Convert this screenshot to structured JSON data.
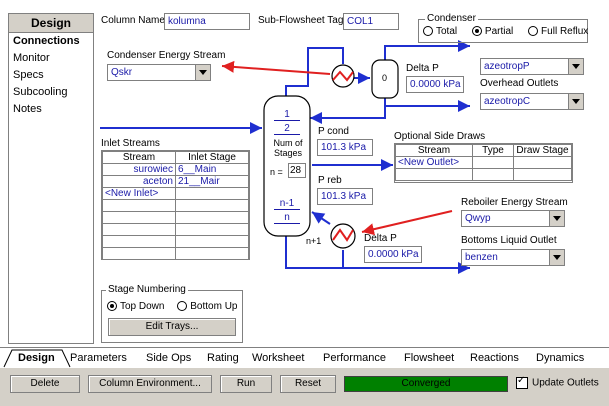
{
  "sidebar": {
    "header": "Design",
    "items": [
      {
        "label": "Connections",
        "active": true
      },
      {
        "label": "Monitor",
        "active": false
      },
      {
        "label": "Specs",
        "active": false
      },
      {
        "label": "Subcooling",
        "active": false
      },
      {
        "label": "Notes",
        "active": false
      }
    ]
  },
  "top": {
    "column_name_label": "Column Name",
    "column_name_value": "kolumna",
    "subflowsheet_label": "Sub-Flowsheet Tag",
    "subflowsheet_value": "COL1"
  },
  "condenser": {
    "group_label": "Condenser",
    "options": [
      "Total",
      "Partial",
      "Full Reflux"
    ],
    "selected": "Partial"
  },
  "condenser_energy": {
    "label": "Condenser Energy Stream",
    "value": "Qskr"
  },
  "condenser_delta_p": {
    "label": "Delta P",
    "value": "0.0000 kPa",
    "vessel_label": "0"
  },
  "overhead": {
    "vapour_value": "azeotropP",
    "label": "Overhead Outlets",
    "liquid_value": "azeotropC"
  },
  "column": {
    "stage_top1": "1",
    "stage_top2": "2",
    "num_stages_label": "Num of Stages",
    "n_label": "n =",
    "n_value": "28",
    "stage_n1": "n-1",
    "stage_n": "n"
  },
  "pressures": {
    "p_cond_label": "P cond",
    "p_cond_value": "101.3 kPa",
    "p_reb_label": "P reb",
    "p_reb_value": "101.3 kPa"
  },
  "inlet": {
    "label": "Inlet Streams",
    "headers": [
      "Stream",
      "Inlet Stage"
    ],
    "rows": [
      [
        "surowiec",
        "6__Main"
      ],
      [
        "aceton",
        "21__Mair"
      ],
      [
        "<New Inlet>",
        ""
      ]
    ]
  },
  "side_draws": {
    "label": "Optional Side Draws",
    "headers": [
      "Stream",
      "Type",
      "Draw Stage"
    ],
    "rows": [
      [
        "<New Outlet>",
        "",
        ""
      ]
    ]
  },
  "reboiler": {
    "energy_label": "Reboiler Energy Stream",
    "energy_value": "Qwyp",
    "n1_label": "n+1",
    "delta_p_label": "Delta P",
    "delta_p_value": "0.0000 kPa",
    "bottoms_label": "Bottoms Liquid Outlet",
    "bottoms_value": "benzen"
  },
  "stage_numbering": {
    "label": "Stage Numbering",
    "options": [
      "Top Down",
      "Bottom Up"
    ],
    "selected": "Top Down",
    "edit_button": "Edit Trays..."
  },
  "tabs": [
    {
      "label": "Design",
      "active": true
    },
    {
      "label": "Parameters",
      "active": false
    },
    {
      "label": "Side Ops",
      "active": false
    },
    {
      "label": "Rating",
      "active": false
    },
    {
      "label": "Worksheet",
      "active": false
    },
    {
      "label": "Performance",
      "active": false
    },
    {
      "label": "Flowsheet",
      "active": false
    },
    {
      "label": "Reactions",
      "active": false
    },
    {
      "label": "Dynamics",
      "active": false
    }
  ],
  "bottom_bar": {
    "delete_button": "Delete",
    "column_env_button": "Column Environment...",
    "run_button": "Run",
    "reset_button": "Reset",
    "status_text": "Converged",
    "update_outlets_label": "Update Outlets",
    "update_outlets_checked": true
  },
  "colors": {
    "stream_blue": "#1f2fd0",
    "energy_red": "#e02020",
    "status_green": "#008000",
    "value_text": "#1a1aa8"
  }
}
